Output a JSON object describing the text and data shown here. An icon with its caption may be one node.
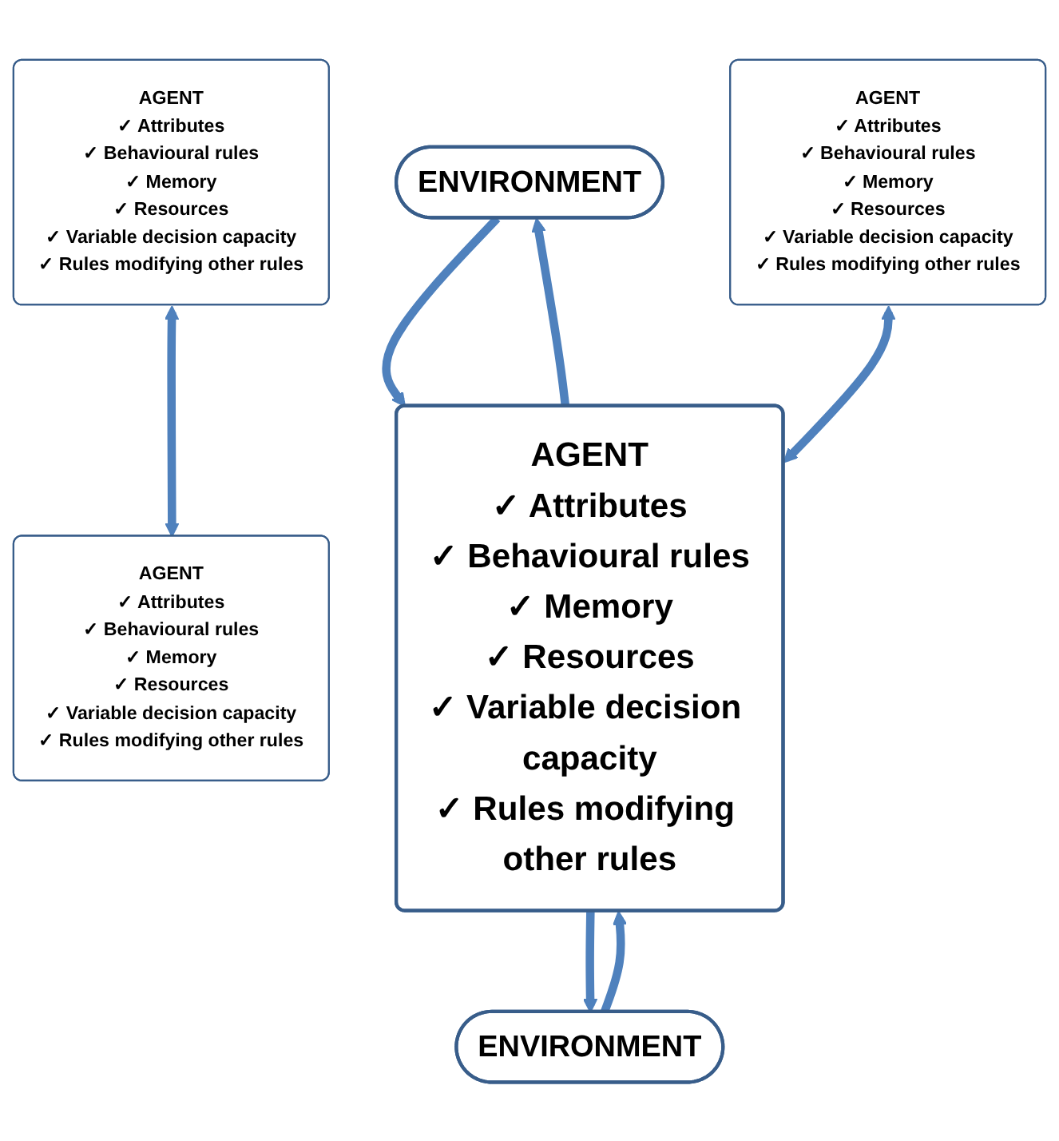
{
  "diagram": {
    "nodes": [
      {
        "text": [
          "AGENT",
          "✓ Attributes",
          "✓ Behavioural rules",
          "✓ Memory",
          "✓ Resources",
          "✓ Variable decision capacity",
          "✓ Rules modifying other rules"
        ]
      },
      {
        "text": [
          "ENVIRONMENT"
        ]
      },
      {
        "text": [
          "AGENT",
          "✓ Attributes",
          "✓ Behavioural rules",
          "✓ Memory",
          "✓ Resources",
          "✓ Variable decision capacity",
          "✓ Rules modifying other rules"
        ]
      },
      {
        "text": [
          "AGENT",
          "✓ Attributes",
          "✓ Behavioural rules",
          "✓ Memory",
          "✓ Resources",
          "✓ Variable decision capacity",
          "✓ Rules modifying other rules"
        ]
      },
      {
        "text": [
          "AGENT",
          "✓ Attributes",
          "✓ Behavioural rules",
          "✓ Memory",
          "✓ Resources",
          "✓ Variable decision capacity",
          "✓ Rules modifying other rules"
        ]
      },
      {
        "text": [
          "ENVIRONMENT"
        ]
      }
    ],
    "edges": [
      {
        "from": 0,
        "to": 2,
        "arrow": "both"
      },
      {
        "from": 1,
        "to": 3,
        "arrow": "to"
      },
      {
        "from": 3,
        "to": 1,
        "arrow": "to"
      },
      {
        "from": 4,
        "to": 3,
        "arrow": "both"
      },
      {
        "from": 3,
        "to": 5,
        "arrow": "to"
      },
      {
        "from": 5,
        "to": 3,
        "arrow": "to"
      }
    ]
  }
}
